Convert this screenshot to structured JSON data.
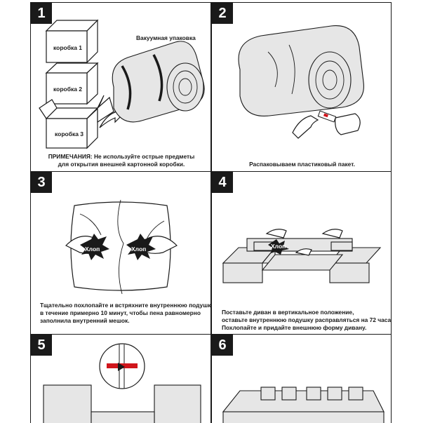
{
  "steps": [
    {
      "number": "1",
      "boxes": [
        "коробка 1",
        "коробка 2",
        "коробка 3"
      ],
      "vacuum_label": "Вакуумная упаковка",
      "note_line1": "ПРИМЕЧАНИЯ: Не используйте острые предметы",
      "note_line2": "для открытия внешней картонной коробки."
    },
    {
      "number": "2",
      "caption": "Распаковываем пластиковый пакет."
    },
    {
      "number": "3",
      "clap_left": "Хлоп",
      "clap_right": "Хлоп",
      "caption_line1": "Тщательно похлопайте и встряхните внутреннюю подушку",
      "caption_line2": "в течение примерно 10 минут, чтобы пена равномерно",
      "caption_line3": "заполнила внутренний мешок."
    },
    {
      "number": "4",
      "clap": "Хлоп",
      "caption_line1": "Поставьте диван в вертикальное положение,",
      "caption_line2": "оставьте внутреннюю подушку расправляться на 72 часа.",
      "caption_line3": "Похлопайте и придайте внешнюю форму дивану."
    },
    {
      "number": "5"
    },
    {
      "number": "6"
    }
  ],
  "colors": {
    "ink": "#1a1a1a",
    "fill": "#e6e6e6",
    "accent_red": "#d0161c"
  }
}
